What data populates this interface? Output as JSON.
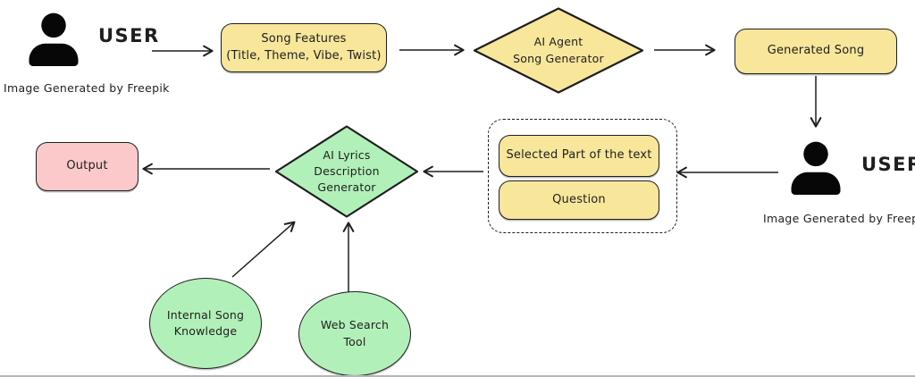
{
  "colors": {
    "yellow": "#f8e69b",
    "green": "#b2f0ba",
    "pink": "#fbc9c9",
    "stroke": "#1e1e1e"
  },
  "diagram": {
    "user_top": {
      "label": "USER",
      "caption": "Image Generated by Freepik"
    },
    "user_right": {
      "label": "USER",
      "caption": "Image Generated by Freepik"
    },
    "nodes": {
      "song_features": {
        "lines": [
          "Song Features",
          "(Title, Theme, Vibe, Twist)"
        ]
      },
      "ai_agent_song_generator": {
        "lines": [
          "AI Agent",
          "Song Generator"
        ]
      },
      "generated_song": {
        "label": "Generated Song"
      },
      "selected_part": {
        "label": "Selected Part of the text"
      },
      "question": {
        "label": "Question"
      },
      "ai_lyrics_description_generator": {
        "lines": [
          "AI Lyrics",
          "Description",
          "Generator"
        ]
      },
      "output": {
        "label": "Output"
      },
      "internal_song_knowledge": {
        "lines": [
          "Internal Song",
          "Knowledge"
        ]
      },
      "web_search_tool": {
        "lines": [
          "Web Search",
          "Tool"
        ]
      }
    }
  }
}
